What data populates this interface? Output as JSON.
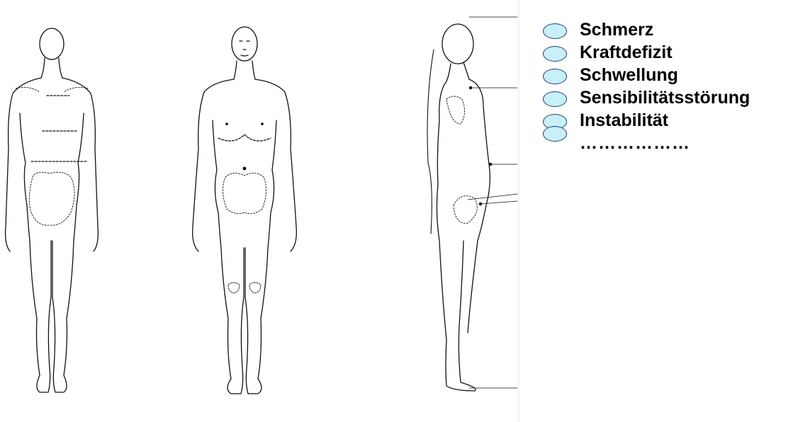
{
  "legend": {
    "items": [
      {
        "label": "Schmerz"
      },
      {
        "label": "Kraftdefizit"
      },
      {
        "label": "Schwellung"
      },
      {
        "label": "Sensibilitätsstörung"
      },
      {
        "label": "Instabilität"
      },
      {
        "label": ""
      }
    ],
    "continuation": "………………"
  },
  "colors": {
    "marker_fill": "#c8f0f8",
    "marker_stroke": "#1f3a7a",
    "line": "#111111"
  },
  "figures": [
    {
      "name": "body-back-view"
    },
    {
      "name": "body-front-view"
    },
    {
      "name": "body-side-view"
    }
  ]
}
